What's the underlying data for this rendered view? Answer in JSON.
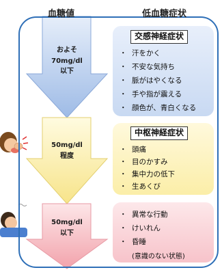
{
  "headers": {
    "blood_sugar": "血糖値",
    "symptoms": "低血糖症状"
  },
  "stages": [
    {
      "lines": [
        "およそ",
        "70mg/dl",
        "以下"
      ]
    },
    {
      "lines": [
        "50mg/dl",
        "程度"
      ]
    },
    {
      "lines": [
        "50mg/dl",
        "以下"
      ]
    }
  ],
  "panels": {
    "sympathetic": {
      "title": "交感神経症状",
      "items": [
        "汗をかく",
        "不安な気持ち",
        "脈がはやくなる",
        "手や指が震える",
        "顔色が、青白くなる"
      ]
    },
    "central": {
      "title": "中枢神経症状",
      "items": [
        "頭痛",
        "目のかすみ",
        "集中力の低下",
        "生あくび"
      ]
    },
    "severe": {
      "items": [
        "異常な行動",
        "けいれん",
        "昏睡"
      ],
      "note": "(意識のない状態)"
    }
  },
  "bullet": "・",
  "colors": {
    "frame": "#2e6fb7",
    "stage1": "#bcd0ee",
    "stage2": "#fbf0b0",
    "stage3": "#f8c8cc",
    "panel1": "#d6e3f7",
    "panel2": "#fdf3c2",
    "panel3": "#fbd6db"
  },
  "icons": [
    "face-hand-on-cheek-icon",
    "face-lying-down-icon"
  ]
}
